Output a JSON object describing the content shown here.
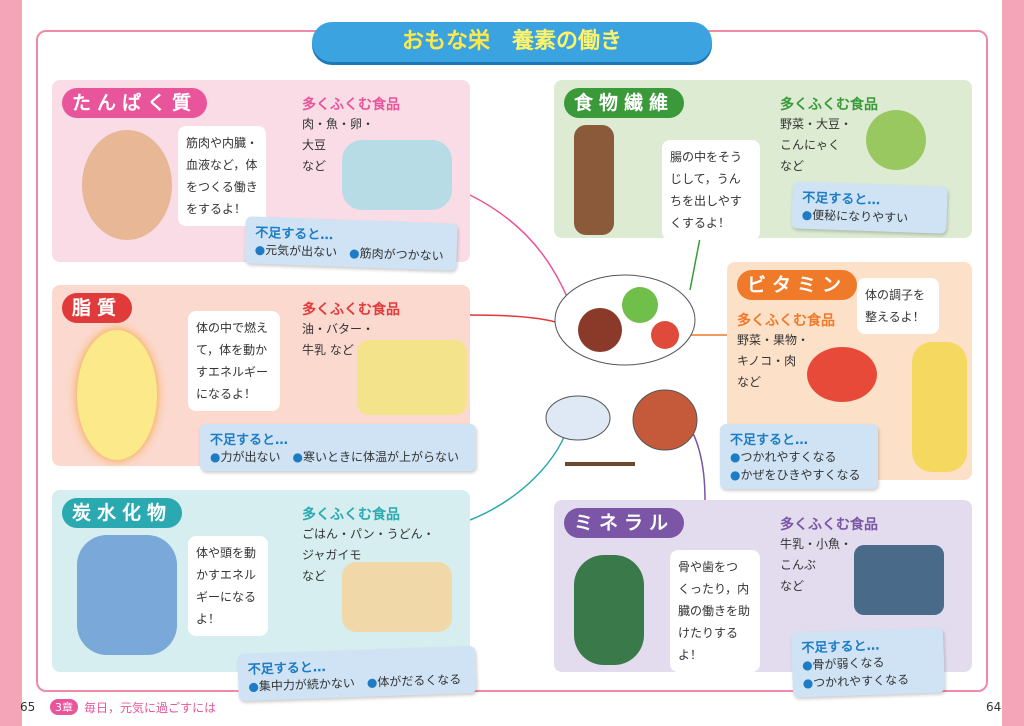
{
  "title": {
    "part1": "おもな栄",
    "part2": "養素の働き"
  },
  "food_label": "多くふくむ食品",
  "short_label": "不足すると…",
  "panels": {
    "protein": {
      "name": "たんぱく質",
      "bubble": "筋肉や内臓・\n血液など，体\nをつくる働き\nをするよ！",
      "foods": "肉・魚・卵・\n大豆\nなど",
      "short": [
        "元気が出ない",
        "筋肉がつかない"
      ]
    },
    "fat": {
      "name": "脂質",
      "bubble": "体の中で燃え\nて，体を動か\nすエネルギー\nになるよ！",
      "foods": "油・バター・\n牛乳 など",
      "short": [
        "力が出ない",
        "寒いときに体温が上がらない"
      ]
    },
    "carb": {
      "name": "炭水化物",
      "bubble": "体や頭を動\nかすエネル\nギーになる\nよ！",
      "foods": "ごはん・パン・うどん・\nジャガイモ\nなど",
      "short": [
        "集中力が続かない",
        "体がだるくなる"
      ]
    },
    "fiber": {
      "name": "食物繊維",
      "bubble": "腸の中をそう\nじして，うん\nちを出しやす\nくするよ！",
      "foods": "野菜・大豆・\nこんにゃく\nなど",
      "short": [
        "便秘になりやすい"
      ]
    },
    "vitamin": {
      "name": "ビタミン",
      "bubble": "体の調子を\n整えるよ！",
      "foods": "野菜・果物・\nキノコ・肉\nなど",
      "short": [
        "つかれやすくなる",
        "かぜをひきやすくなる"
      ]
    },
    "mineral": {
      "name": "ミネラル",
      "bubble": "骨や歯をつ\nくったり，内\n臓の働きを助\nけたりする\nよ！",
      "foods": "牛乳・小魚・\nこんぶ\nなど",
      "short": [
        "骨が弱くなる",
        "つかれやすくなる"
      ]
    }
  },
  "footer": {
    "left_page": "65",
    "chapter": "3章",
    "chapter_title": "毎日，元気に過ごすには",
    "right_page": "64"
  },
  "colors": {
    "protein": "#e9559a",
    "fat": "#e03a3a",
    "carb": "#2aa9b0",
    "fiber": "#3a9a3a",
    "vitamin": "#ef7a2a",
    "mineral": "#7b55a6"
  }
}
